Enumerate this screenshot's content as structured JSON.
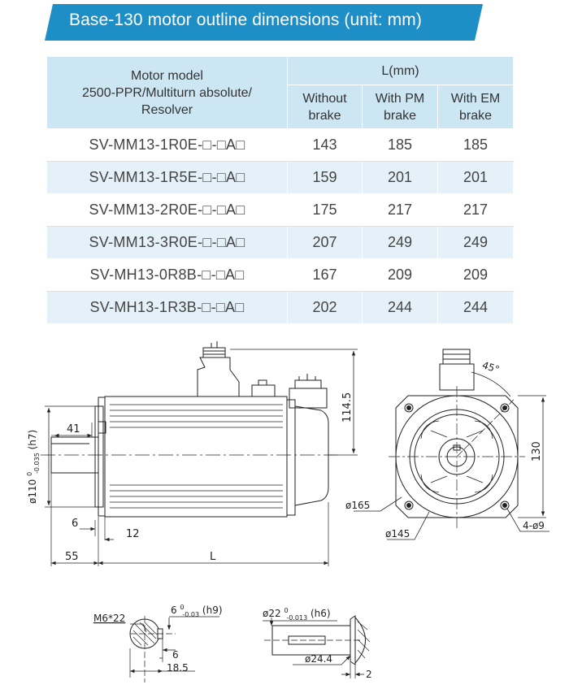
{
  "title": "Base-130 motor outline dimensions (unit: mm)",
  "colors": {
    "banner": "#1e8fc6",
    "header_bg": "#cde6f3",
    "row_alt_bg": "#e4f1f8"
  },
  "table": {
    "model_header": [
      "Motor model",
      "2500-PPR/Multiturn absolute/",
      "Resolver"
    ],
    "l_header": "L(mm)",
    "sub_headers": [
      [
        "Without",
        "brake"
      ],
      [
        "With PM",
        "brake"
      ],
      [
        "With EM",
        "brake"
      ]
    ],
    "rows": [
      {
        "model": "SV-MM13-1R0E-□-□A□",
        "without_brake": "143",
        "pm_brake": "185",
        "em_brake": "185"
      },
      {
        "model": "SV-MM13-1R5E-□-□A□",
        "without_brake": "159",
        "pm_brake": "201",
        "em_brake": "201"
      },
      {
        "model": "SV-MM13-2R0E-□-□A□",
        "without_brake": "175",
        "pm_brake": "217",
        "em_brake": "217"
      },
      {
        "model": "SV-MM13-3R0E-□-□A□",
        "without_brake": "207",
        "pm_brake": "249",
        "em_brake": "249"
      },
      {
        "model": "SV-MH13-0R8B-□-□A□",
        "without_brake": "167",
        "pm_brake": "209",
        "em_brake": "209"
      },
      {
        "model": "SV-MH13-1R3B-□-□A□",
        "without_brake": "202",
        "pm_brake": "244",
        "em_brake": "244"
      }
    ]
  },
  "dimensions": {
    "side": {
      "shaft_key_length": "41",
      "flange_diameter": "ø110",
      "flange_tol_upper": "0",
      "flange_tol_lower": "-0.035",
      "flange_fit": "(h7)",
      "connector_height": "114.5",
      "flange_thickness": "6",
      "spigot_depth": "12",
      "shaft_length": "55",
      "body_length": "L"
    },
    "front": {
      "angle": "45°",
      "flange_size": "130",
      "bolt_circle": "ø165",
      "pilot_circle": "ø145",
      "mount_holes": "4-ø9"
    },
    "shaft_section": {
      "thread": "M6*22",
      "key_width": "6",
      "key_tol_upper": "0",
      "key_tol_lower": "-0.03",
      "key_fit": "(h9)",
      "key_depth": "6",
      "shaft_height": "18.5"
    },
    "shaft_end": {
      "shaft_diameter": "ø22",
      "shaft_tol_upper": "0",
      "shaft_tol_lower": "-0.013",
      "shaft_fit": "(h6)",
      "shoulder_diameter": "ø24.4",
      "shoulder_gap": "2"
    }
  }
}
